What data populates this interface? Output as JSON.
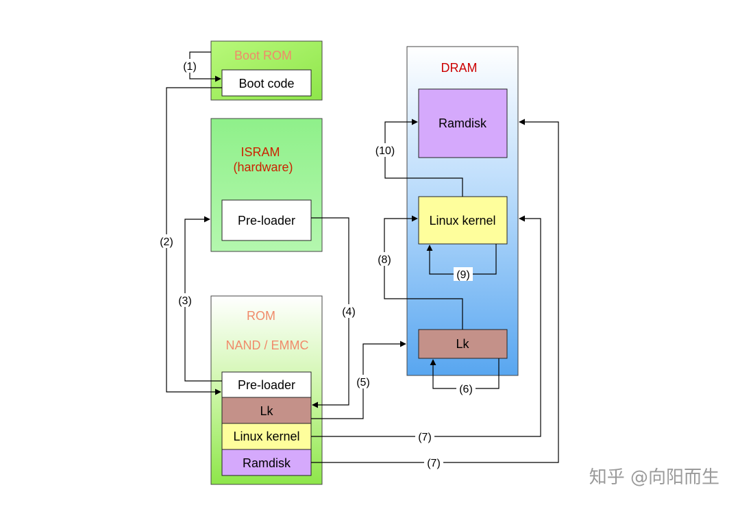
{
  "regions": {
    "boot_rom": {
      "title": "Boot ROM",
      "title_color": "#f08a6a"
    },
    "isram": {
      "title_line1": "ISRAM",
      "title_line2": "(hardware)",
      "title_color": "#cc2200"
    },
    "rom": {
      "title_line1": "ROM",
      "title_line2": "NAND / EMMC",
      "title_color": "#f08a6a"
    },
    "dram": {
      "title": "DRAM",
      "title_color": "#cc0000"
    }
  },
  "boxes": {
    "boot_code": "Boot code",
    "isram_preloader": "Pre-loader",
    "rom_preloader": "Pre-loader",
    "rom_lk": "Lk",
    "rom_linux_kernel": "Linux kernel",
    "rom_ramdisk": "Ramdisk",
    "dram_ramdisk": "Ramdisk",
    "dram_linux_kernel": "Linux kernel",
    "dram_lk": "Lk"
  },
  "steps": {
    "s1": "(1)",
    "s2": "(2)",
    "s3": "(3)",
    "s4": "(4)",
    "s5": "(5)",
    "s6": "(6)",
    "s7a": "(7)",
    "s7b": "(7)",
    "s8": "(8)",
    "s9": "(9)",
    "s10": "(10)"
  },
  "colors": {
    "lk": "#c49189",
    "linux_kernel": "#fefe9c",
    "ramdisk": "#d5a9fc",
    "green_bright": "#9ef05f",
    "green_light": "#a9f4a0",
    "dram_blue": "#5aa8f0"
  },
  "watermark": "知乎 @向阳而生"
}
